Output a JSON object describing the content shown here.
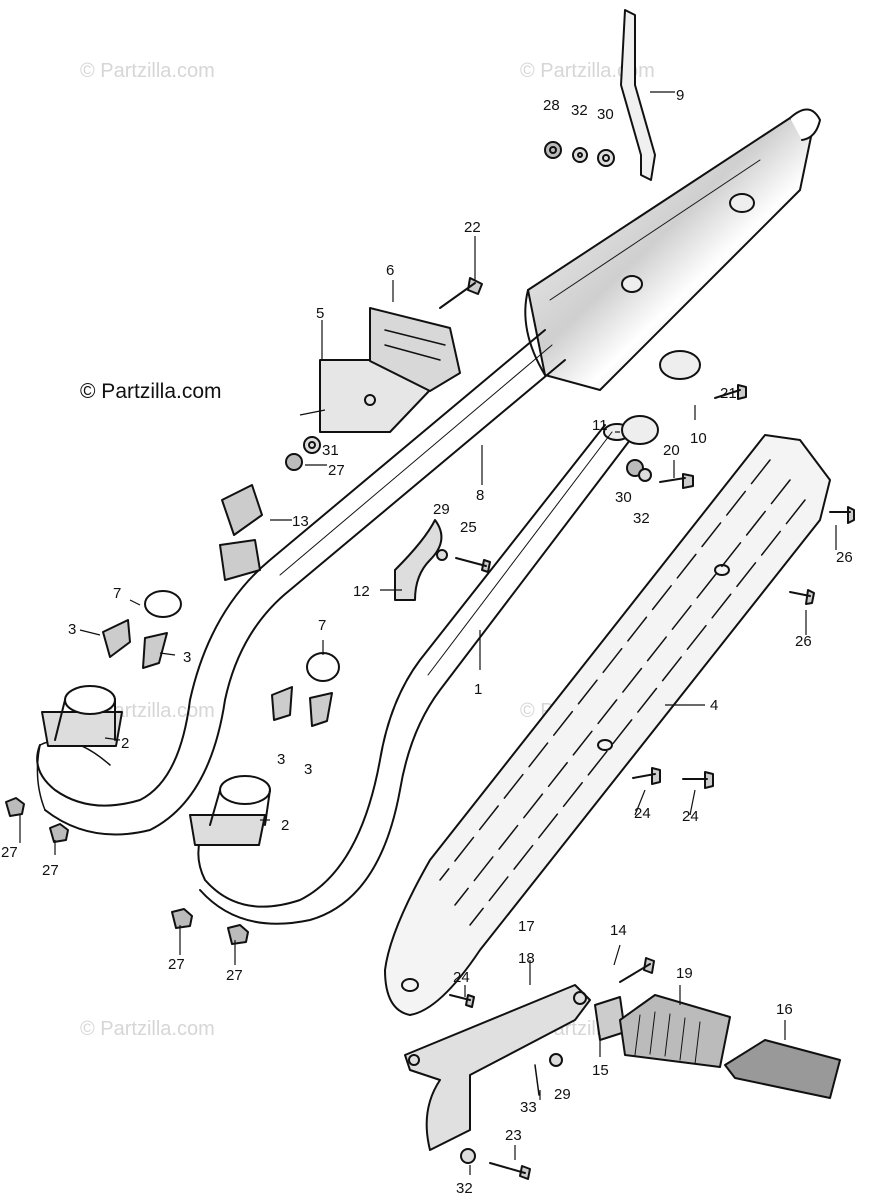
{
  "watermark": "© Partzilla.com",
  "copyright": "© Partzilla.com",
  "labels": {
    "l1": "1",
    "l2a": "2",
    "l2b": "2",
    "l3a": "3",
    "l3b": "3",
    "l3c": "3",
    "l3d": "3",
    "l4": "4",
    "l5": "5",
    "l6": "6",
    "l7a": "7",
    "l7b": "7",
    "l8": "8",
    "l9": "9",
    "l10": "10",
    "l11": "11",
    "l12": "12",
    "l13": "13",
    "l14": "14",
    "l15": "15",
    "l16": "16",
    "l17": "17",
    "l18": "18",
    "l19": "19",
    "l20": "20",
    "l21": "21",
    "l22": "22",
    "l23": "23",
    "l24a": "24",
    "l24b": "24",
    "l24c": "24",
    "l25": "25",
    "l26a": "26",
    "l26b": "26",
    "l27a": "27",
    "l27b": "27",
    "l27c": "27",
    "l27d": "27",
    "l27e": "27",
    "l28": "28",
    "l29a": "29",
    "l29b": "29",
    "l30a": "30",
    "l30b": "30",
    "l31": "31",
    "l32a": "32",
    "l32b": "32",
    "l32c": "32",
    "l33": "33"
  }
}
